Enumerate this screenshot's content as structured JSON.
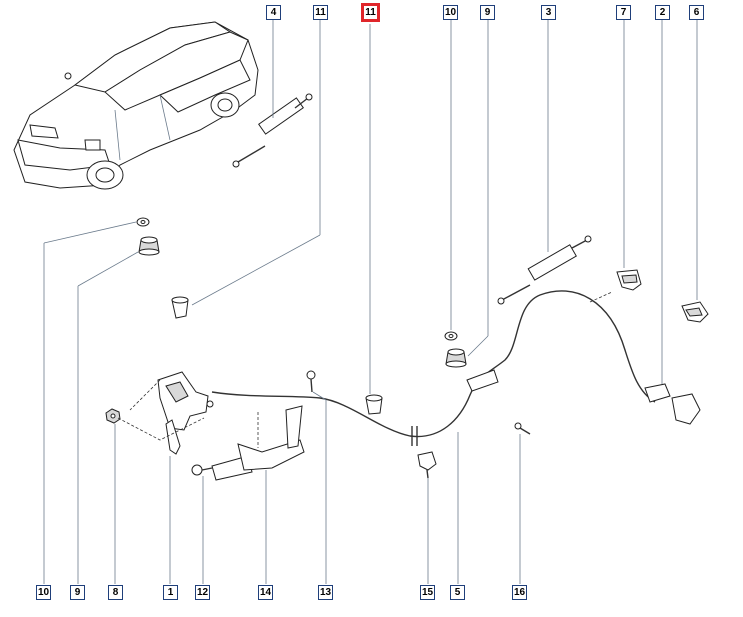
{
  "callouts": [
    {
      "id": "c4",
      "label": "4"
    },
    {
      "id": "c11t",
      "label": "11"
    },
    {
      "id": "c11h",
      "label": "11",
      "highlight": true
    },
    {
      "id": "c10t",
      "label": "10"
    },
    {
      "id": "c9t",
      "label": "9"
    },
    {
      "id": "c3",
      "label": "3"
    },
    {
      "id": "c7",
      "label": "7"
    },
    {
      "id": "c2",
      "label": "2"
    },
    {
      "id": "c6",
      "label": "6"
    },
    {
      "id": "c10b",
      "label": "10"
    },
    {
      "id": "c9b",
      "label": "9"
    },
    {
      "id": "c8",
      "label": "8"
    },
    {
      "id": "c1",
      "label": "1"
    },
    {
      "id": "c12",
      "label": "12"
    },
    {
      "id": "c14",
      "label": "14"
    },
    {
      "id": "c13",
      "label": "13"
    },
    {
      "id": "c15",
      "label": "15"
    },
    {
      "id": "c5",
      "label": "5"
    },
    {
      "id": "c16",
      "label": "16"
    }
  ],
  "colors": {
    "highlight": "#e0262b",
    "callout_border": "#1f3f7a",
    "leader": "#6b7b8c"
  }
}
